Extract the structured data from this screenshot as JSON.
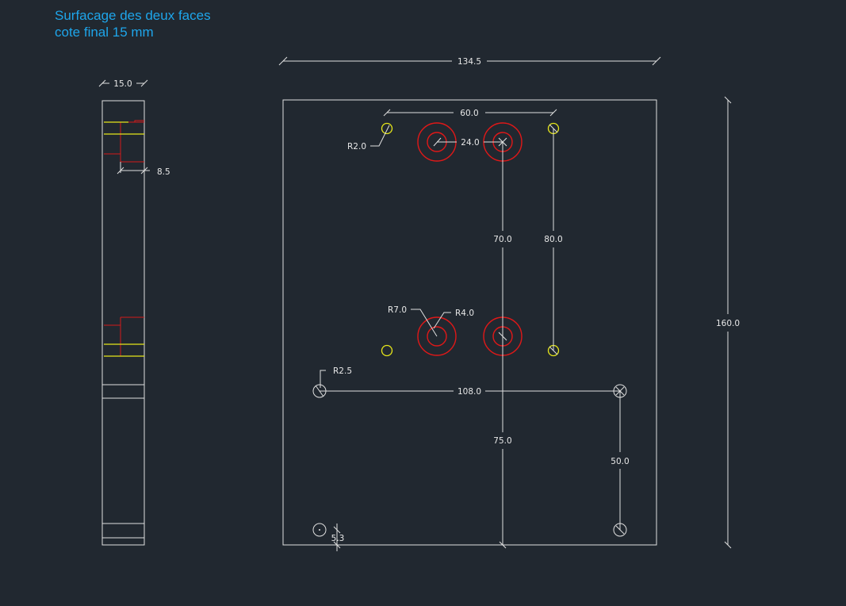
{
  "note": {
    "line1": "Surfacage des deux faces",
    "line2": "cote final 15 mm"
  },
  "dimensions": {
    "overall_width": "134.5",
    "overall_height": "160.0",
    "side_thickness": "15.0",
    "side_depth": "8.5",
    "top_spacing": "60.0",
    "pair_spacing": "24.0",
    "vert_70": "70.0",
    "vert_80": "80.0",
    "horiz_108": "108.0",
    "vert_75": "75.0",
    "vert_50": "50.0",
    "edge_offset": "5.3"
  },
  "callouts": {
    "r2": "R2.0",
    "r7": "R7.0",
    "r4": "R4.0",
    "r25": "R2.5"
  },
  "colors": {
    "background": "#212830",
    "note": "#1ea5ea",
    "geometry": "#e0e0e0",
    "counterbore": "#e01818",
    "small_holes": "#e6e61a"
  }
}
